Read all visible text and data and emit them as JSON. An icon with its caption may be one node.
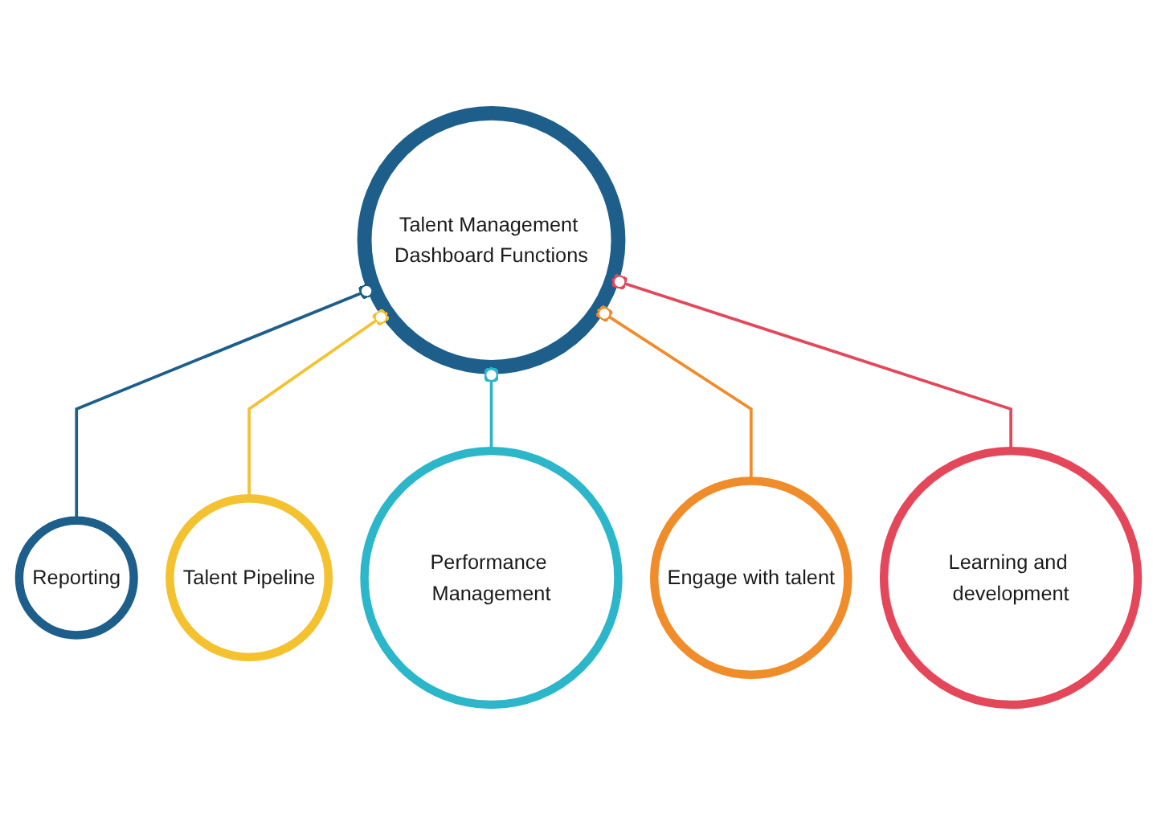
{
  "diagram": {
    "nodes": [
      {
        "text": [
          "Talent Management Dashboard Functions"
        ]
      },
      {
        "text": [
          "Reporting"
        ]
      },
      {
        "text": [
          "Talent Pipeline"
        ]
      },
      {
        "text": [
          "Performance Management"
        ]
      },
      {
        "text": [
          "Engage with talent"
        ]
      },
      {
        "text": [
          "Learning and development"
        ]
      }
    ],
    "edges": [
      {
        "from": 1,
        "to": 0,
        "arrow": "other",
        "color": "#1d5f8a"
      },
      {
        "from": 2,
        "to": 0,
        "arrow": "other",
        "color": "#f4c12f"
      },
      {
        "from": 3,
        "to": 0,
        "arrow": "other",
        "color": "#2bb6c9"
      },
      {
        "from": 4,
        "to": 0,
        "arrow": "other",
        "color": "#f08c2a"
      },
      {
        "from": 5,
        "to": 0,
        "arrow": "other",
        "color": "#e4475a"
      }
    ]
  }
}
